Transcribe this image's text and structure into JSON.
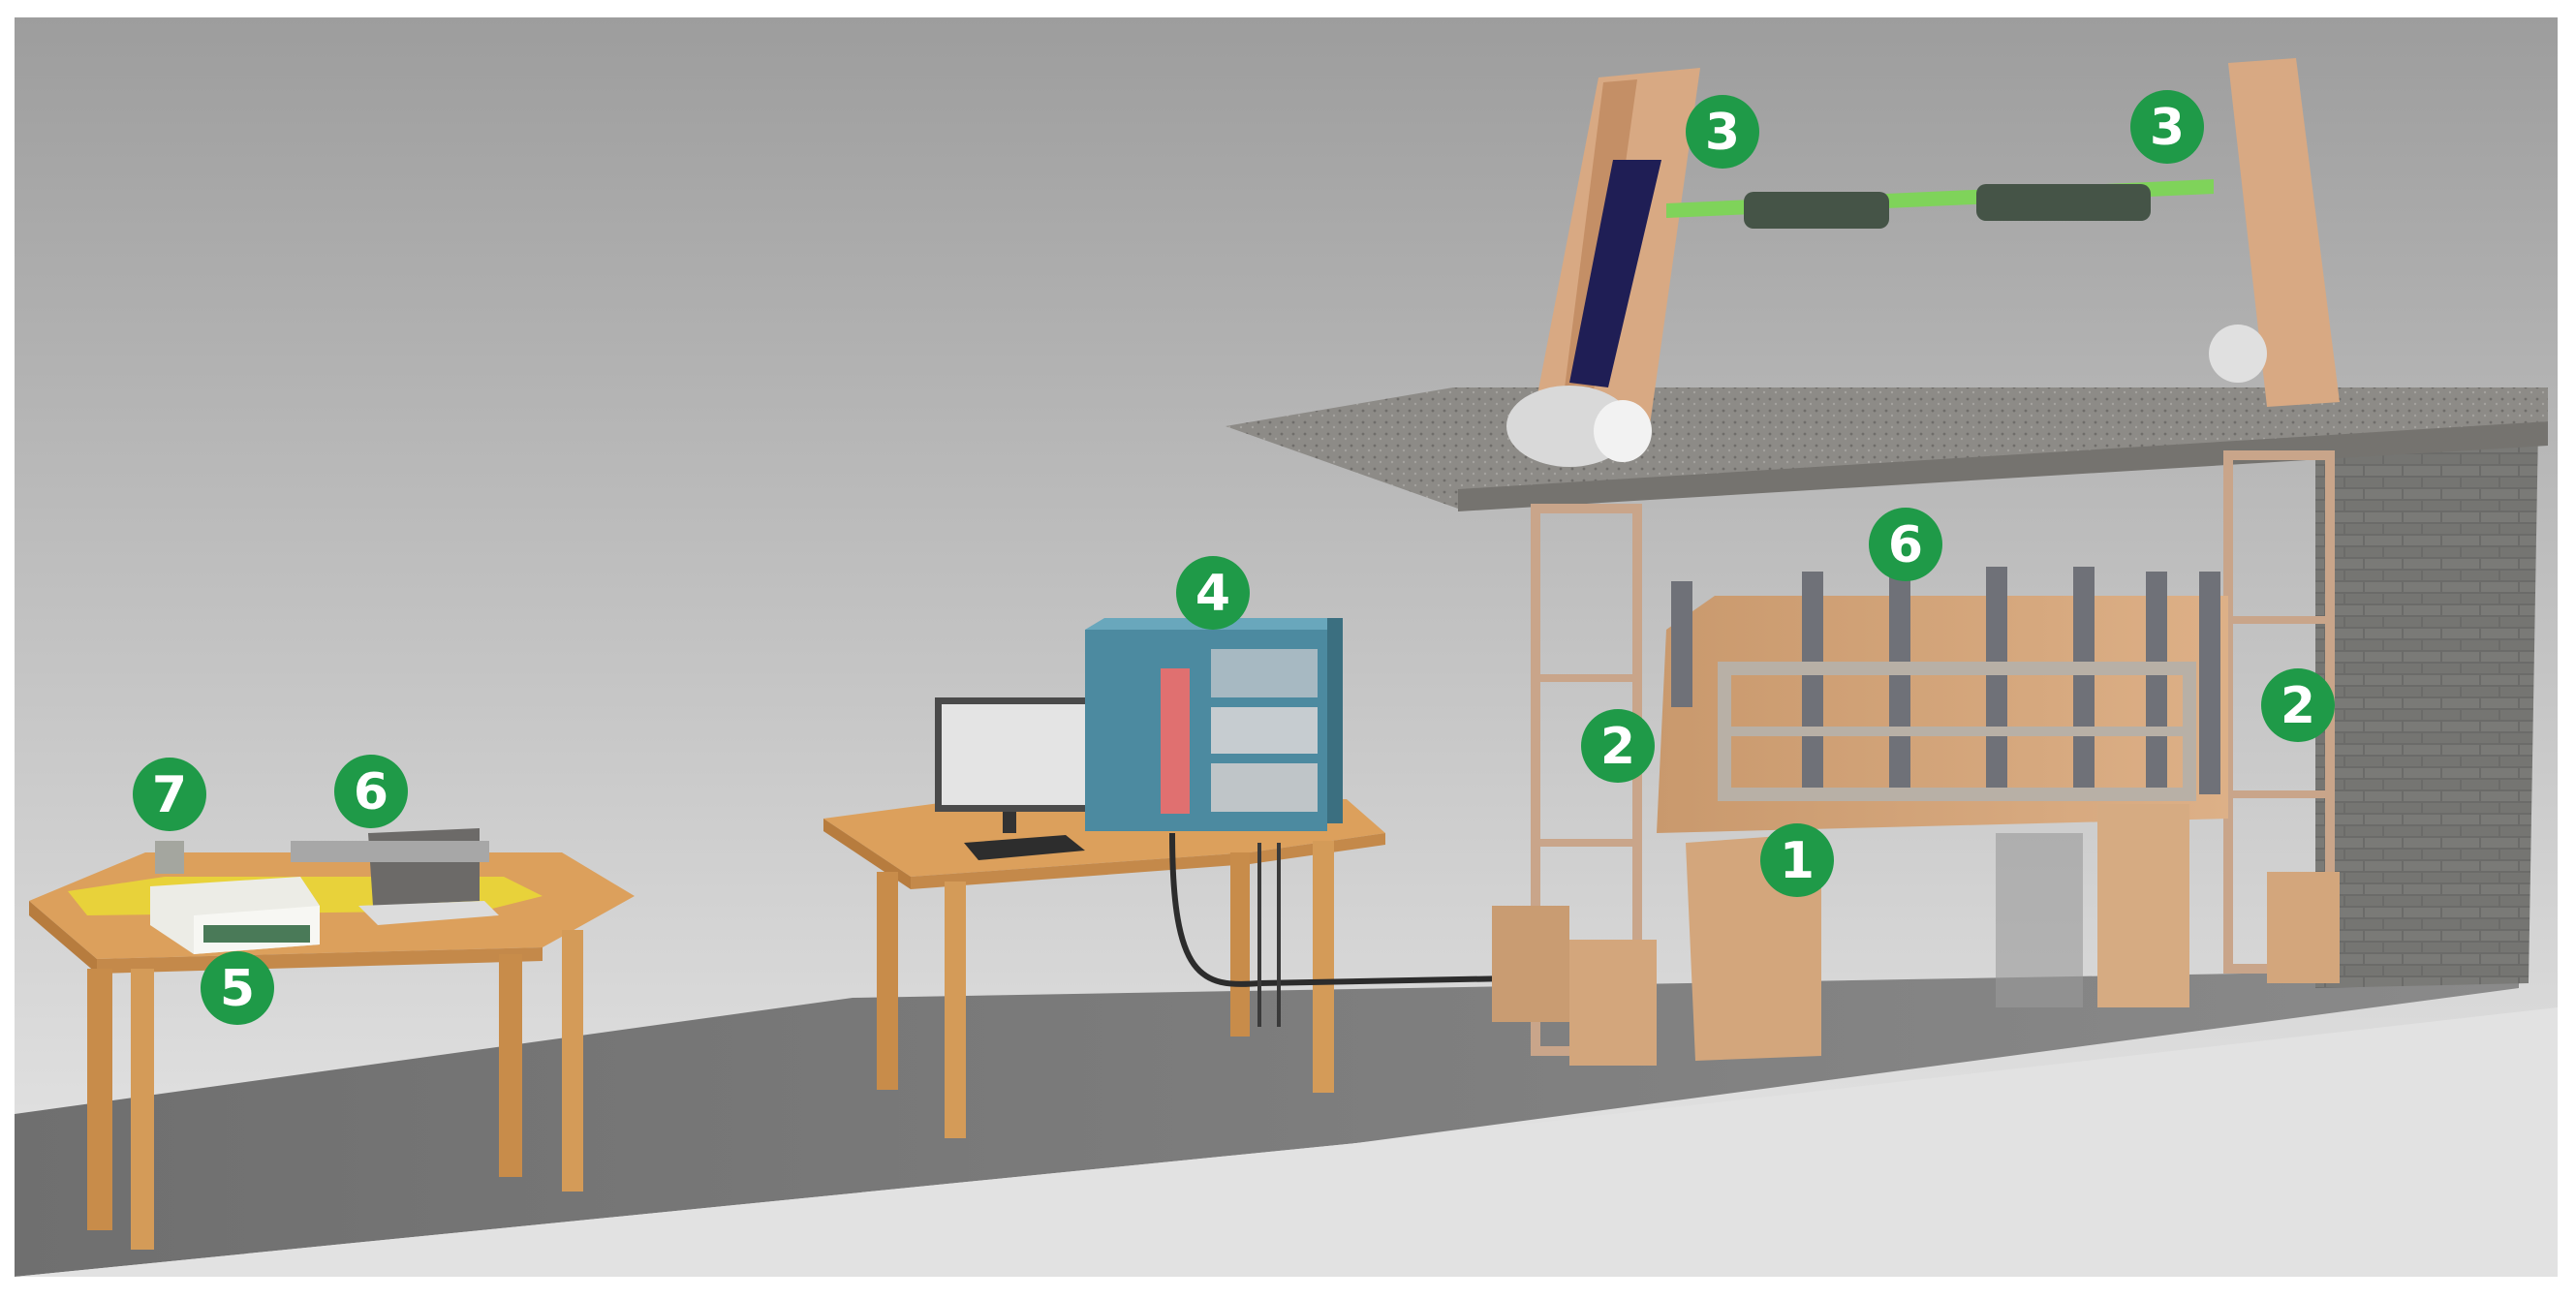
{
  "callouts": [
    {
      "id": "marker-1",
      "label": "1"
    },
    {
      "id": "marker-2-left",
      "label": "2"
    },
    {
      "id": "marker-2-right",
      "label": "2"
    },
    {
      "id": "marker-3-left",
      "label": "3"
    },
    {
      "id": "marker-3-right",
      "label": "3"
    },
    {
      "id": "marker-4",
      "label": "4"
    },
    {
      "id": "marker-5",
      "label": "5"
    },
    {
      "id": "marker-6-table",
      "label": "6"
    },
    {
      "id": "marker-6-frame",
      "label": "6"
    },
    {
      "id": "marker-7",
      "label": "7"
    }
  ],
  "colors": {
    "background_top": "#9e9e9e",
    "background_bottom": "#e8e8e8",
    "floor": "#7b7b7b",
    "wood": "#d3a67c",
    "table_top": "#d89a55",
    "cabinet": "#4c8aa0",
    "concrete": "#8c8a86",
    "marker": "#1f9a48",
    "highlight_green": "#7fd35a"
  }
}
